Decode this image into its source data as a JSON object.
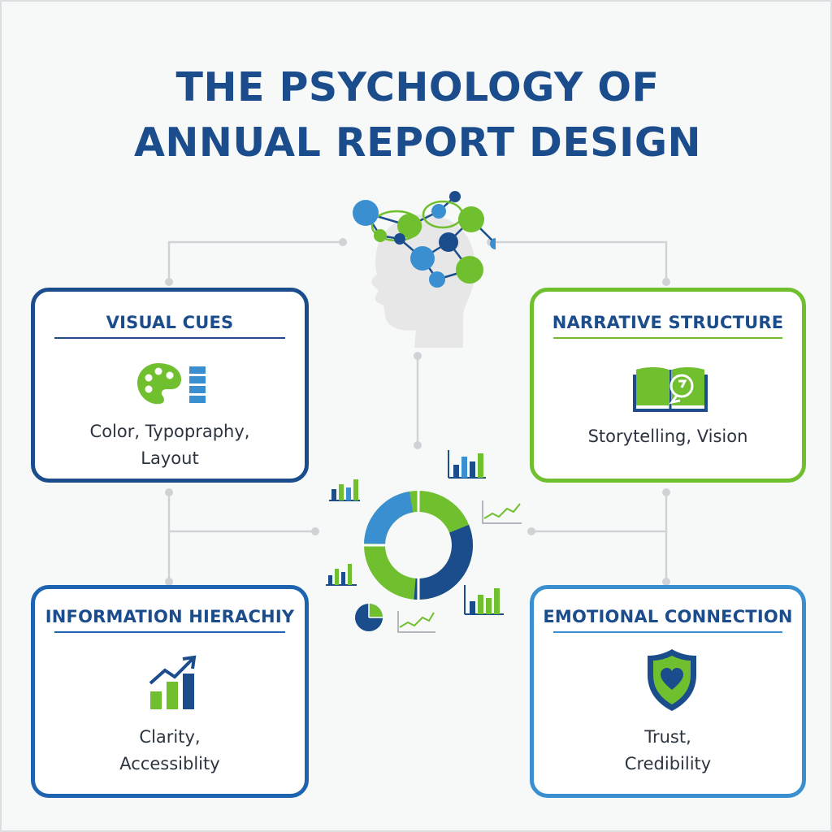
{
  "title": {
    "line1": "THE PSYCHOLOGY OF",
    "line2": "ANNUAL REPORT DESIGN"
  },
  "colors": {
    "navy": "#1b4c8c",
    "green": "#6fbf2f",
    "light_blue": "#3a8fd0",
    "connector": "#cfd3d6",
    "head": "#e7e7e7"
  },
  "cards": {
    "visual_cues": {
      "title": "VISUAL CUES",
      "desc_line1": "Color, Typopraphy,",
      "desc_line2": "Layout",
      "icon": "palette-icon"
    },
    "narrative_structure": {
      "title": "NARRATIVE STRUCTURE",
      "desc_line1": "Storytelling, Vision",
      "icon": "book-icon"
    },
    "information_hierarchy": {
      "title": "INFORMATION HIERACHIY",
      "desc_line1": "Clarity,",
      "desc_line2": "Accessiblity",
      "icon": "growth-chart-icon"
    },
    "emotional_connection": {
      "title": "EMOTIONAL CONNECTION",
      "desc_line1": "Trust,",
      "desc_line2": "Credibility",
      "icon": "heart-shield-icon"
    }
  },
  "center": {
    "head_icon": "brain-network-head-icon",
    "donut_icon": "donut-chart-icon",
    "mini_icons": [
      "bar-chart-icon",
      "line-chart-icon",
      "pie-chart-icon"
    ]
  }
}
